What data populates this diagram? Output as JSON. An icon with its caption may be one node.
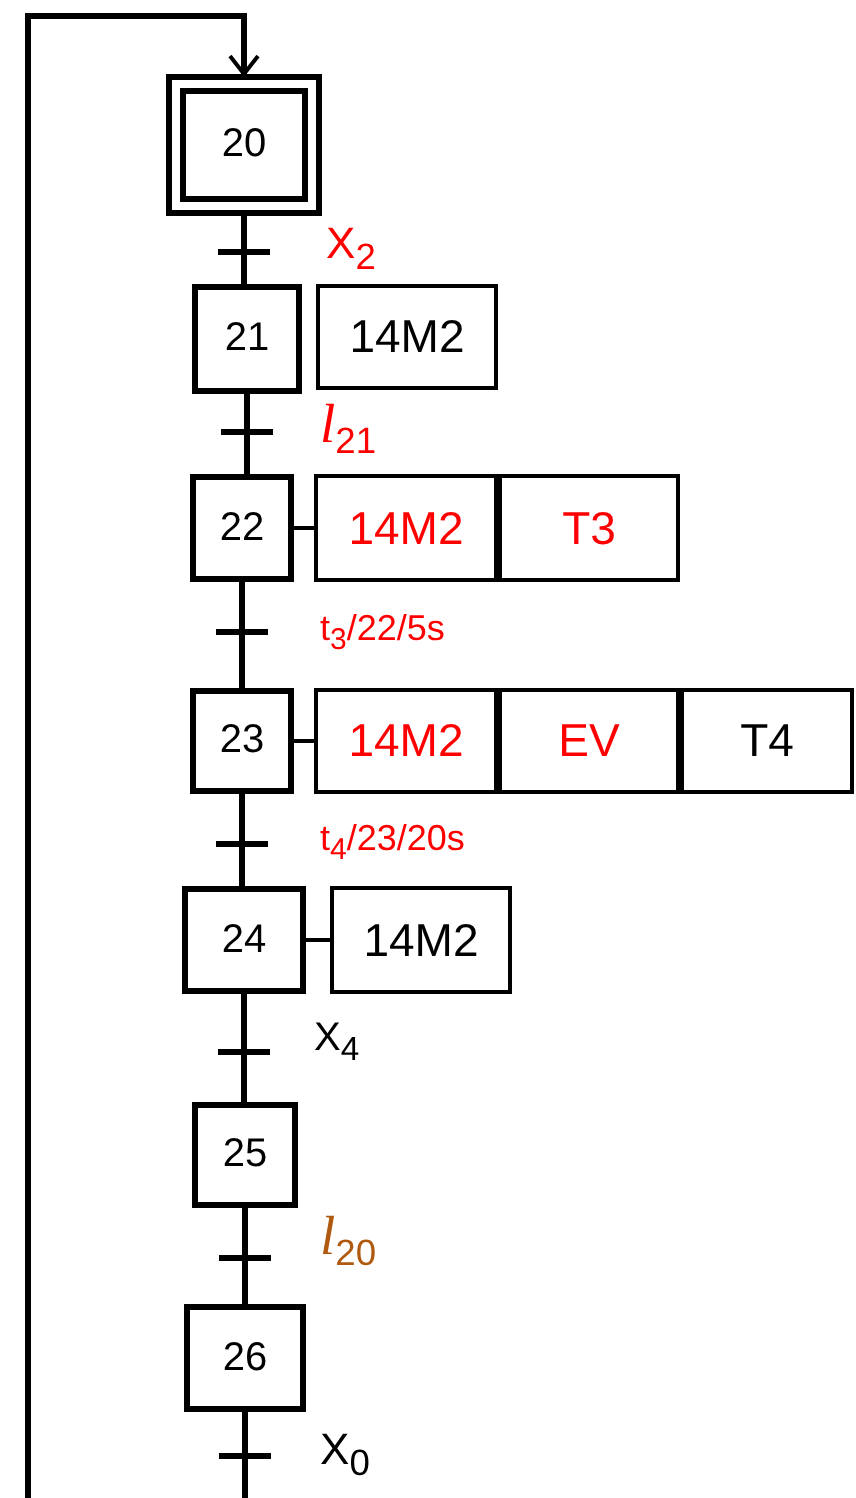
{
  "diagram": {
    "nodes": [
      {
        "text": [
          "20"
        ]
      },
      {
        "text": [
          "21"
        ]
      },
      {
        "text": [
          "14M2"
        ]
      },
      {
        "text": [
          "22"
        ]
      },
      {
        "text": [
          "14M2"
        ]
      },
      {
        "text": [
          "T3"
        ]
      },
      {
        "text": [
          "23"
        ]
      },
      {
        "text": [
          "14M2"
        ]
      },
      {
        "text": [
          "EV"
        ]
      },
      {
        "text": [
          "T4"
        ]
      },
      {
        "text": [
          "24"
        ]
      },
      {
        "text": [
          "14M2"
        ]
      },
      {
        "text": [
          "25"
        ]
      },
      {
        "text": [
          "26"
        ]
      }
    ],
    "edges": [
      {
        "from": 0,
        "to": 1,
        "arrow": "none",
        "label": "X$_{2}$"
      },
      {
        "from": 1,
        "to": 3,
        "arrow": "none",
        "label": "*l*$_{21}$"
      },
      {
        "from": 3,
        "to": 6,
        "arrow": "none",
        "label": "t$_{3}$/22/5s"
      },
      {
        "from": 6,
        "to": 10,
        "arrow": "none",
        "label": "t$_{4}$/23/20s"
      },
      {
        "from": 10,
        "to": 12,
        "arrow": "none",
        "label": "X$_{4}$"
      },
      {
        "from": 12,
        "to": 13,
        "arrow": "none",
        "label": "*l*$_{20}$"
      },
      {
        "from": 13,
        "to": 0,
        "arrow": "to",
        "label": "X$_{0}$"
      },
      {
        "from": 3,
        "to": 4,
        "arrow": "none"
      },
      {
        "from": 6,
        "to": 7,
        "arrow": "none"
      },
      {
        "from": 10,
        "to": 11,
        "arrow": "none"
      }
    ]
  }
}
